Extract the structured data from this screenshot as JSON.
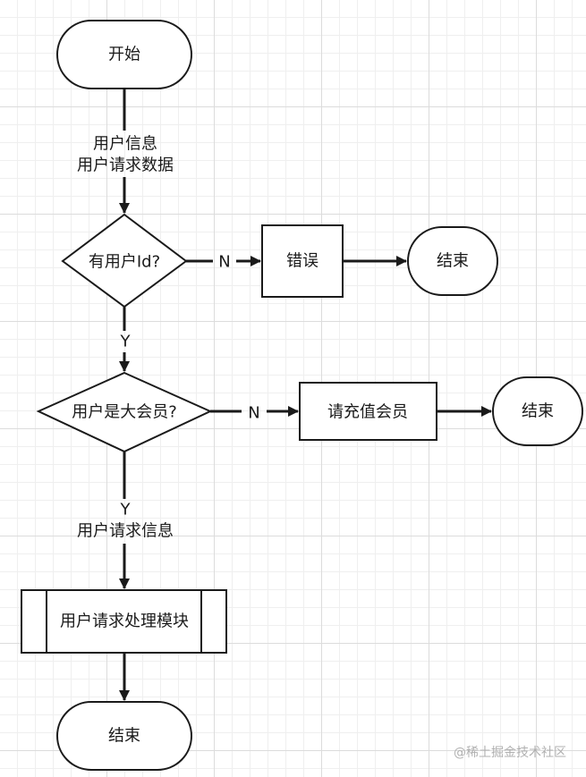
{
  "nodes": {
    "start": "开始",
    "has_user_id": "有用户Id?",
    "error": "错误",
    "end_error": "结束",
    "is_vip": "用户是大会员?",
    "recharge": "请充值会员",
    "end_recharge": "结束",
    "process_module": "用户请求处理模块",
    "end_final": "结束"
  },
  "edges": {
    "start_to_check_line1": "用户信息",
    "start_to_check_line2": "用户请求数据",
    "check_no": "N",
    "check_yes": "Y",
    "vip_no": "N",
    "vip_yes": "Y",
    "vip_yes_sub": "用户请求信息"
  },
  "watermark": "@稀土掘金技术社区",
  "colors": {
    "stroke": "#1a1a1a",
    "fill": "#ffffff",
    "grid_major": "#dcdcdc",
    "grid_minor": "#efefef",
    "watermark": "#b0b0b0"
  }
}
